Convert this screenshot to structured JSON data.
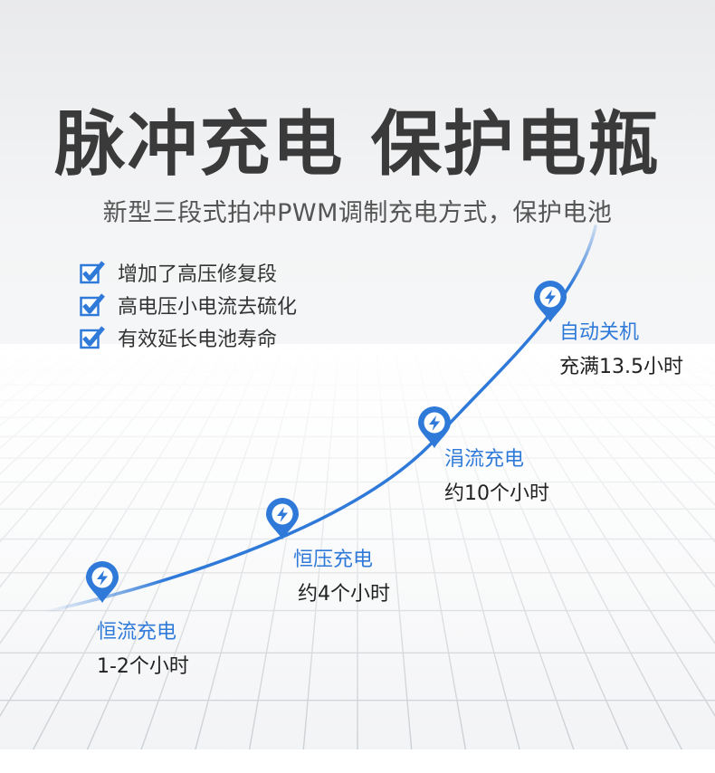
{
  "title": "脉冲充电  保护电瓶",
  "subtitle": "新型三段式拍冲PWM调制充电方式，保护电池",
  "features": [
    {
      "label": "增加了高压修复段",
      "icon": "checkbox-checked-icon"
    },
    {
      "label": "高电压小电流去硫化",
      "icon": "checkbox-checked-icon"
    },
    {
      "label": "有效延长电池寿命",
      "icon": "checkbox-checked-icon"
    }
  ],
  "stages": [
    {
      "title": "恒流充电",
      "time": "1-2个小时",
      "icon": "lightning-pin-icon"
    },
    {
      "title": "恒压充电",
      "time": "约4个小时",
      "icon": "lightning-pin-icon"
    },
    {
      "title": "涓流充电",
      "time": "约10个小时",
      "icon": "lightning-pin-icon"
    },
    {
      "title": "自动关机",
      "time": "充满13.5小时",
      "icon": "lightning-pin-icon"
    }
  ],
  "colors": {
    "accent": "#2f7ad9",
    "title": "#3a3a3a",
    "grid": "#c8cbd0"
  }
}
